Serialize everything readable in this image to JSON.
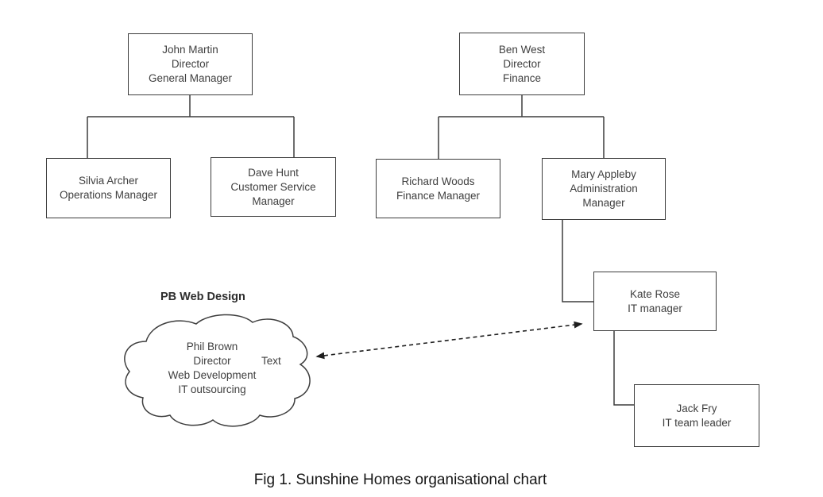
{
  "figure": {
    "caption": "Fig 1. Sunshine Homes organisational chart"
  },
  "org_chart": {
    "nodes": {
      "john_martin": {
        "lines": [
          "John Martin",
          "Director",
          "General Manager"
        ]
      },
      "ben_west": {
        "lines": [
          "Ben West",
          "Director",
          "Finance"
        ]
      },
      "silvia_archer": {
        "lines": [
          "Silvia Archer",
          "Operations Manager"
        ]
      },
      "dave_hunt": {
        "lines": [
          "Dave Hunt",
          "Customer Service",
          "Manager"
        ]
      },
      "richard_woods": {
        "lines": [
          "Richard Woods",
          "Finance Manager"
        ]
      },
      "mary_appleby": {
        "lines": [
          "Mary Appleby",
          "Administration",
          "Manager"
        ]
      },
      "kate_rose": {
        "lines": [
          "Kate Rose",
          "IT manager"
        ]
      },
      "jack_fry": {
        "lines": [
          "Jack Fry",
          "IT team leader"
        ]
      }
    },
    "external_cloud": {
      "label": "PB Web Design",
      "lines": [
        "Phil Brown",
        "Director",
        "Web Development",
        "IT outsourcing"
      ],
      "annotation": "Text"
    },
    "relationships": {
      "john_martin_reports": [
        "silvia_archer",
        "dave_hunt"
      ],
      "ben_west_reports": [
        "richard_woods",
        "mary_appleby"
      ],
      "mary_appleby_reports": [
        "kate_rose"
      ],
      "kate_rose_reports": [
        "jack_fry"
      ],
      "dashed_link": "pb_web_design_cloud <-> kate_rose"
    }
  },
  "colors": {
    "box_border": "#3d3d3d",
    "box_text": "#3f3f3f",
    "connector": "#3d3d3d",
    "dashed_arrow": "#1f1f1f",
    "caption_text": "#161616",
    "background": "#ffffff"
  }
}
